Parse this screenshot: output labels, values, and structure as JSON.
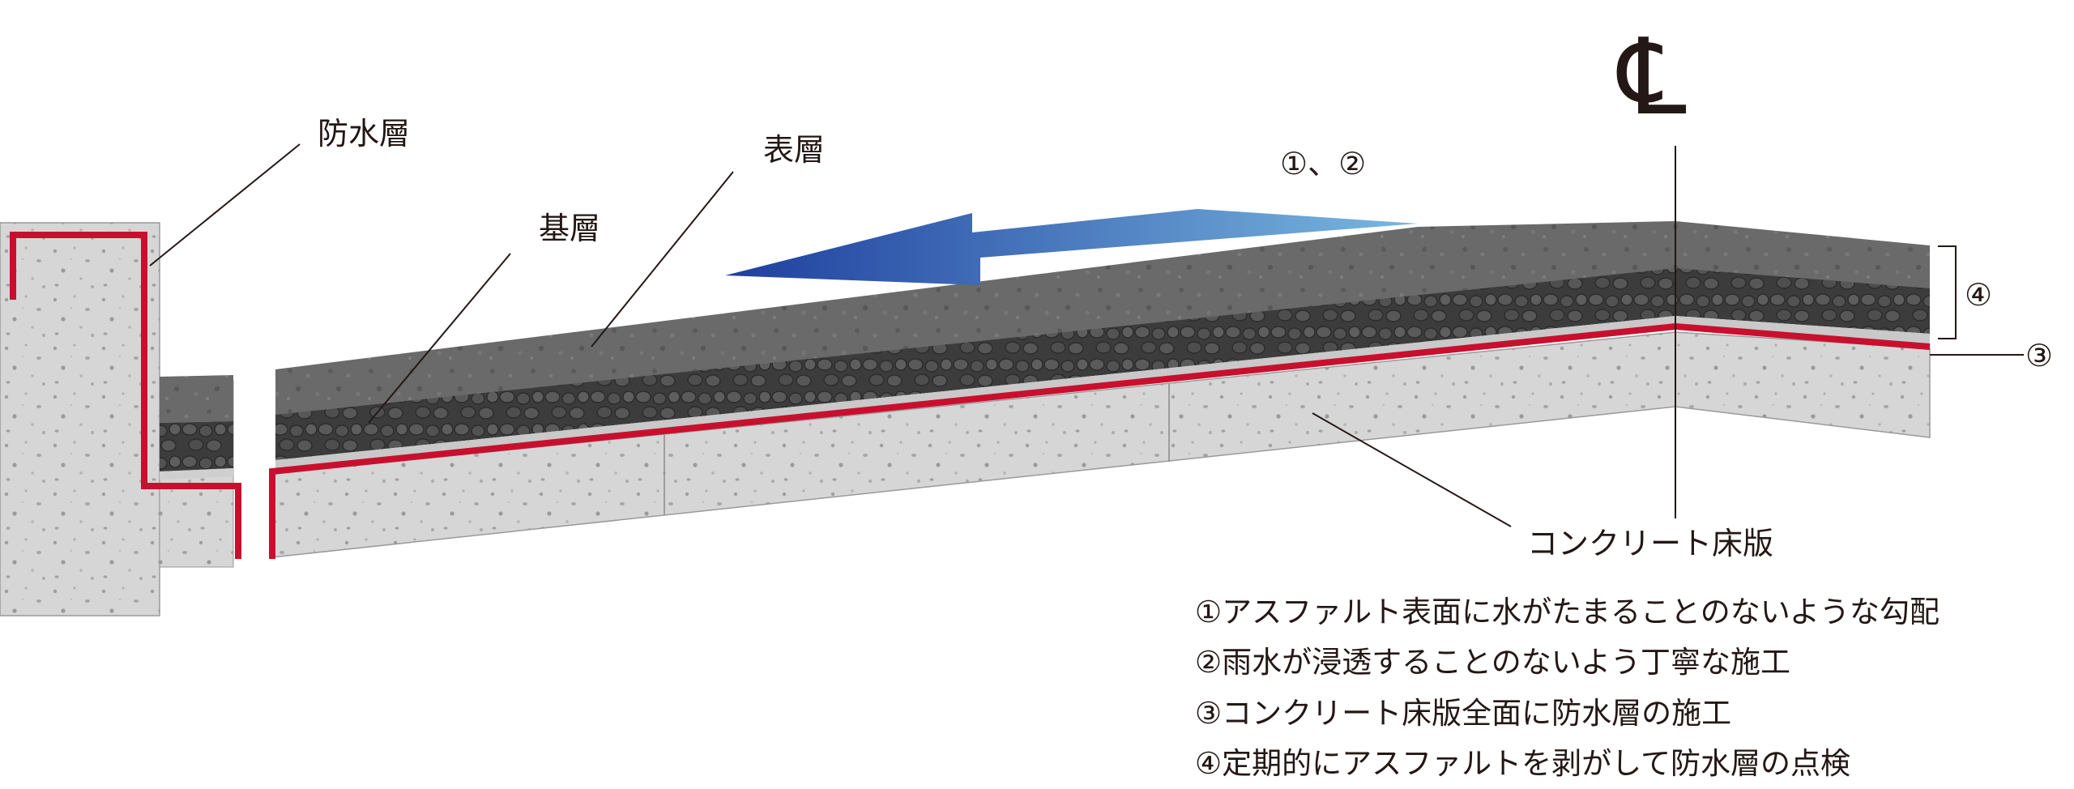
{
  "labels": {
    "waterproof": "防水層",
    "surface": "表層",
    "base": "基層",
    "slab": "コンクリート床版",
    "markers_12": "①、②",
    "marker_3": "③",
    "marker_4": "④",
    "centerline": "℄"
  },
  "notes": [
    "①アスファルト表面に水がたまることのないような勾配",
    "②雨水が浸透することのないよう丁寧な施工",
    "③コンクリート床版全面に防水層の施工",
    "④定期的にアスファルトを剥がして防水層の点検"
  ],
  "colors": {
    "surface": "#6b6b6b",
    "base": "#454545",
    "waterproof": "#c8102e",
    "concrete": "#d4d4d4",
    "arrow_start": "#1e3f9e",
    "arrow_end": "#7ab8e0",
    "line": "#231815"
  }
}
